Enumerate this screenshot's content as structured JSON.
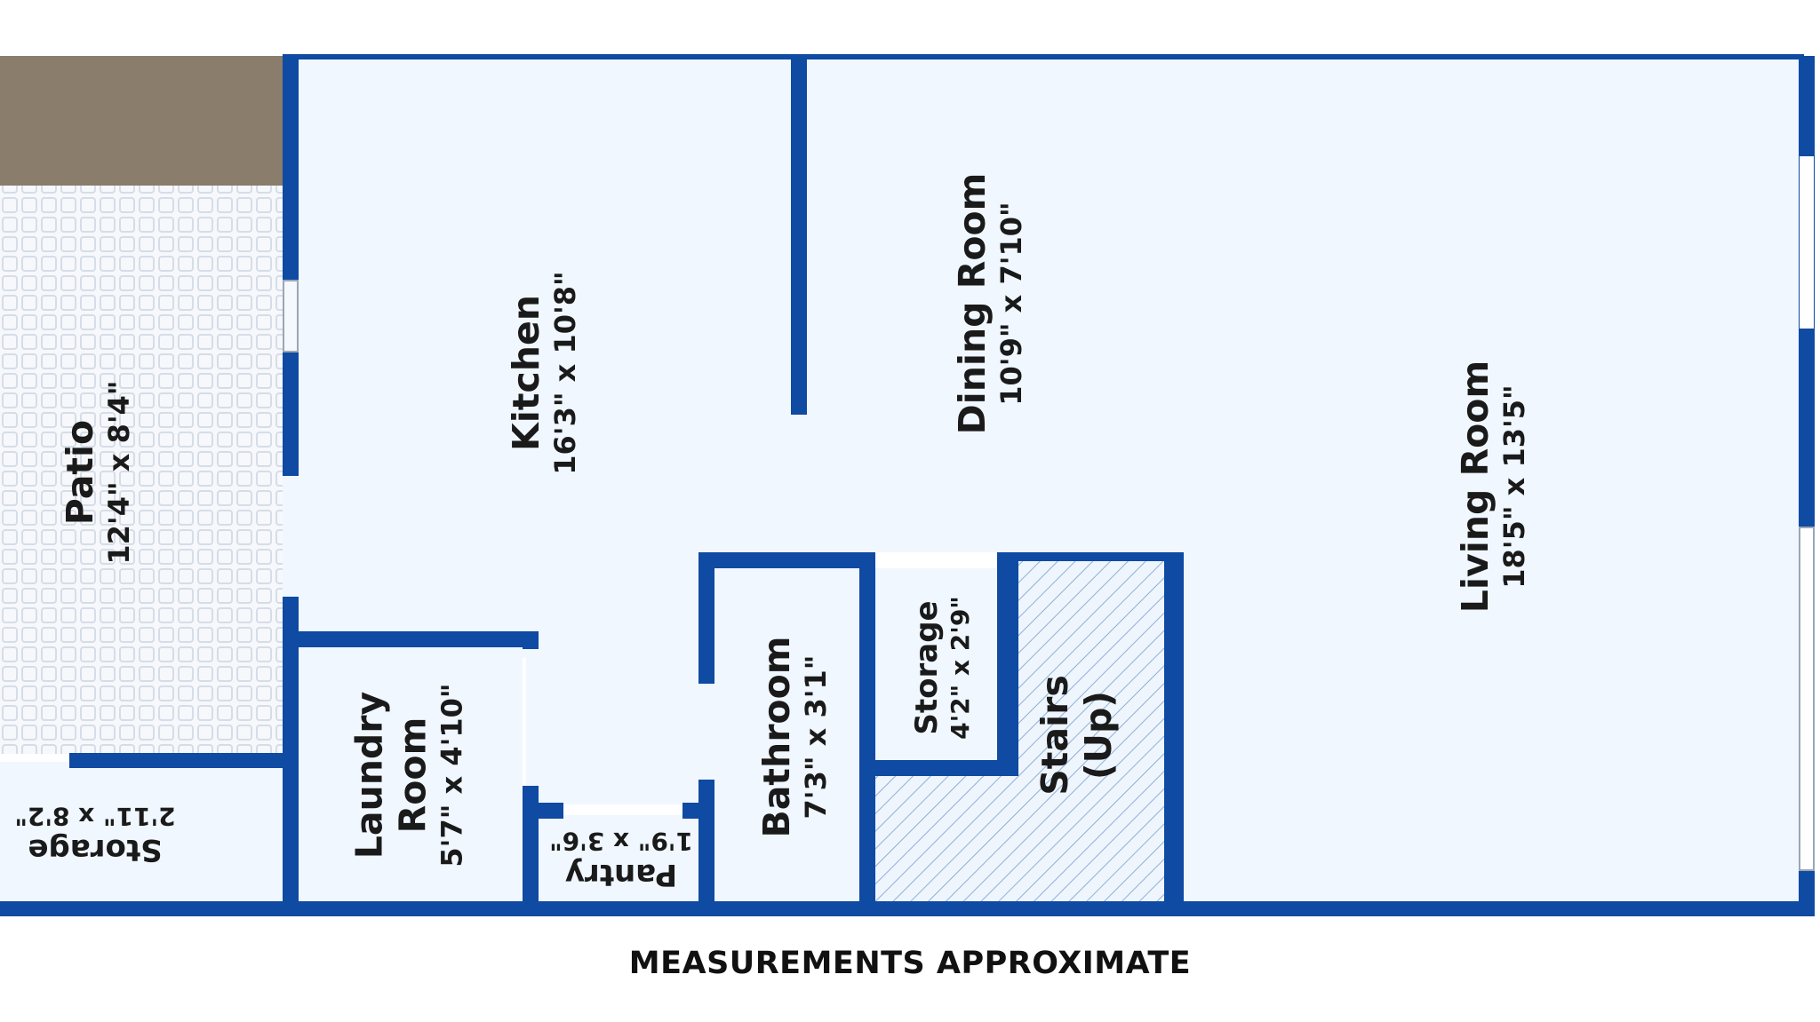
{
  "colors": {
    "wall": "#0f4aa3",
    "floor": "#f0f7ff",
    "paver_line": "#d6dde8",
    "paver_bg": "#f6f8fb",
    "roof": "#8a7d6b",
    "hatch": "#8fb0d6"
  },
  "rooms": [
    {
      "name": "Patio",
      "dims": "12'4\" x 8'4\""
    },
    {
      "name": "Kitchen",
      "dims": "16'3\" x 10'8\""
    },
    {
      "name": "Dining Room",
      "dims": "10'9\" x 7'10\""
    },
    {
      "name": "Living Room",
      "dims": "18'5\" x 13'5\""
    },
    {
      "name": "Laundry\nRoom",
      "dims": "5'7\" x 4'10\""
    },
    {
      "name": "Bathroom",
      "dims": "7'3\" x 3'1\""
    },
    {
      "name": "Storage",
      "dims": "4'2\" x 2'9\""
    },
    {
      "name": "Stairs\n(Up)",
      "dims": ""
    },
    {
      "name": "Storage",
      "dims": "2'11\" x 8'2\""
    },
    {
      "name": "Pantry",
      "dims": "1'9\" x 3'6\""
    }
  ],
  "caption": "MEASUREMENTS APPROXIMATE"
}
